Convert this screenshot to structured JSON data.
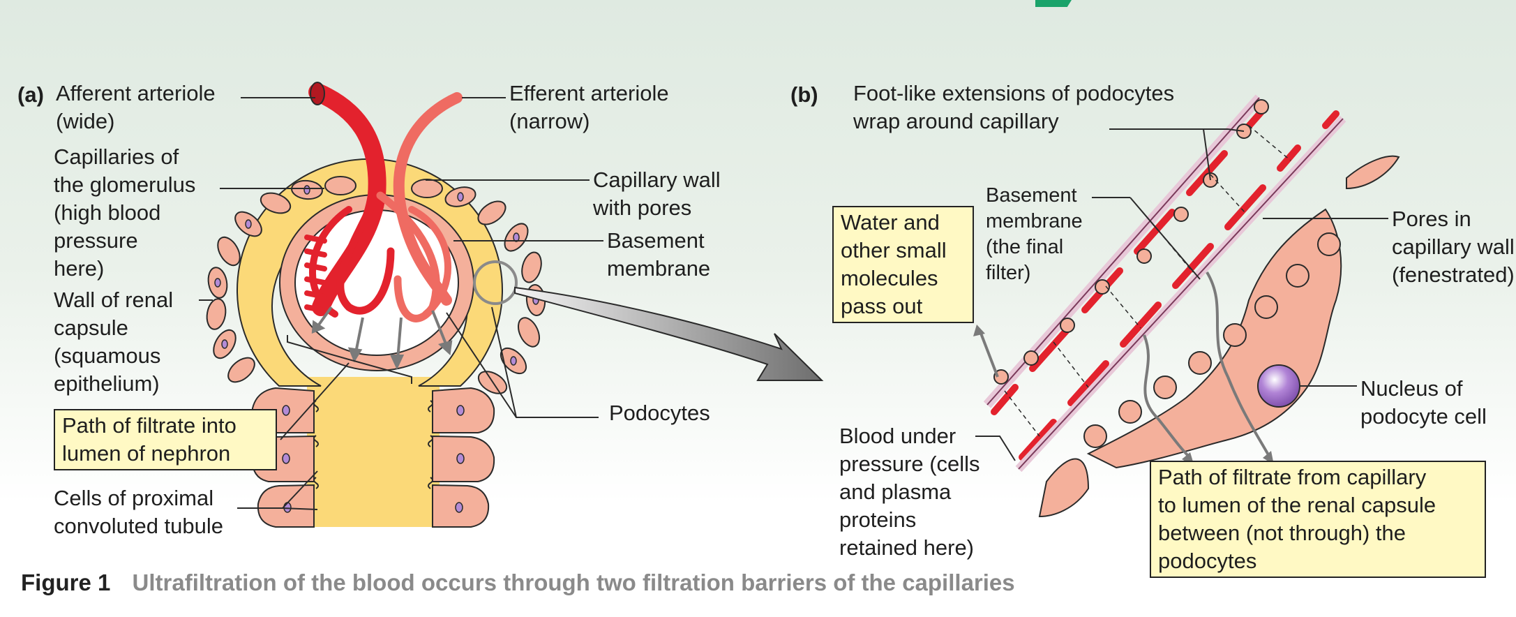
{
  "panels": {
    "a": "(a)",
    "b": "(b)"
  },
  "labels_a": {
    "afferent": "Afferent arteriole\n(wide)",
    "efferent": "Efferent arteriole\n(narrow)",
    "capillaries": "Capillaries of\nthe glomerulus\n(high blood\npressure\nhere)",
    "capillary_wall": "Capillary wall\nwith pores",
    "basement": "Basement\nmembrane",
    "wall_capsule": "Wall of renal\ncapsule\n(squamous\nepithelium)",
    "podocytes": "Podocytes",
    "proximal": "Cells of proximal\nconvoluted tubule"
  },
  "labels_b": {
    "foot": "Foot-like extensions of podocytes\nwrap around capillary",
    "basement": "Basement\nmembrane\n(the final\nfilter)",
    "pores": "Pores in\ncapillary wall\n(fenestrated)",
    "nucleus": "Nucleus of\npodocyte cell",
    "blood": "Blood under\npressure (cells\nand plasma\nproteins\nretained here)"
  },
  "boxes": {
    "path_a": "Path of filtrate into\nlumen of nephron",
    "water": "Water and\nother small\nmolecules\npass out",
    "path_b": "Path of filtrate from capillary\nto lumen of the renal capsule\nbetween (not through) the\npodocytes"
  },
  "caption": {
    "number": "Figure 1",
    "text": "Ultrafiltration of the blood occurs through two filtration barriers of the capillaries"
  },
  "colors": {
    "artery": "#e3222d",
    "capsule_fill": "#fbd978",
    "cell": "#f4b09b",
    "nucleus": "#9b6cc0",
    "label_box": "#fff9c4",
    "caption_gray": "#8a8a8a"
  }
}
